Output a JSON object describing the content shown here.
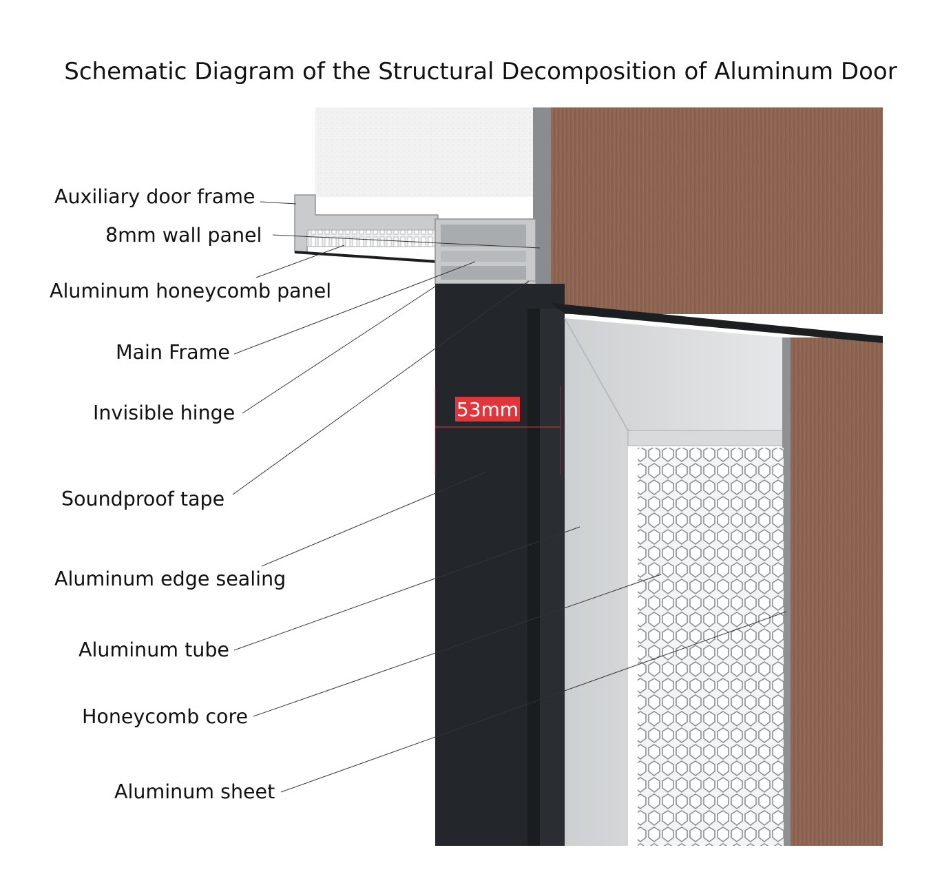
{
  "title": "Schematic Diagram of the Structural Decomposition of Aluminum Door",
  "dimension": {
    "label": "53mm",
    "color": "#e0353a"
  },
  "callouts": [
    {
      "id": "auxiliary-door-frame",
      "label": "Auxiliary door frame"
    },
    {
      "id": "wall-panel-8mm",
      "label": "8mm wall panel"
    },
    {
      "id": "aluminum-honeycomb-panel",
      "label": "Aluminum honeycomb panel"
    },
    {
      "id": "main-frame",
      "label": "Main Frame"
    },
    {
      "id": "invisible-hinge",
      "label": "Invisible hinge"
    },
    {
      "id": "soundproof-tape",
      "label": "Soundproof tape"
    },
    {
      "id": "aluminum-edge-sealing",
      "label": "Aluminum edge sealing"
    },
    {
      "id": "aluminum-tube",
      "label": "Aluminum tube"
    },
    {
      "id": "honeycomb-core",
      "label": "Honeycomb core"
    },
    {
      "id": "aluminum-sheet",
      "label": "Aluminum sheet"
    }
  ],
  "colors": {
    "wood": "#8e6552",
    "frame": "#22262a",
    "aluminum": "#d9dadb",
    "wall": "#f1f1f1"
  }
}
